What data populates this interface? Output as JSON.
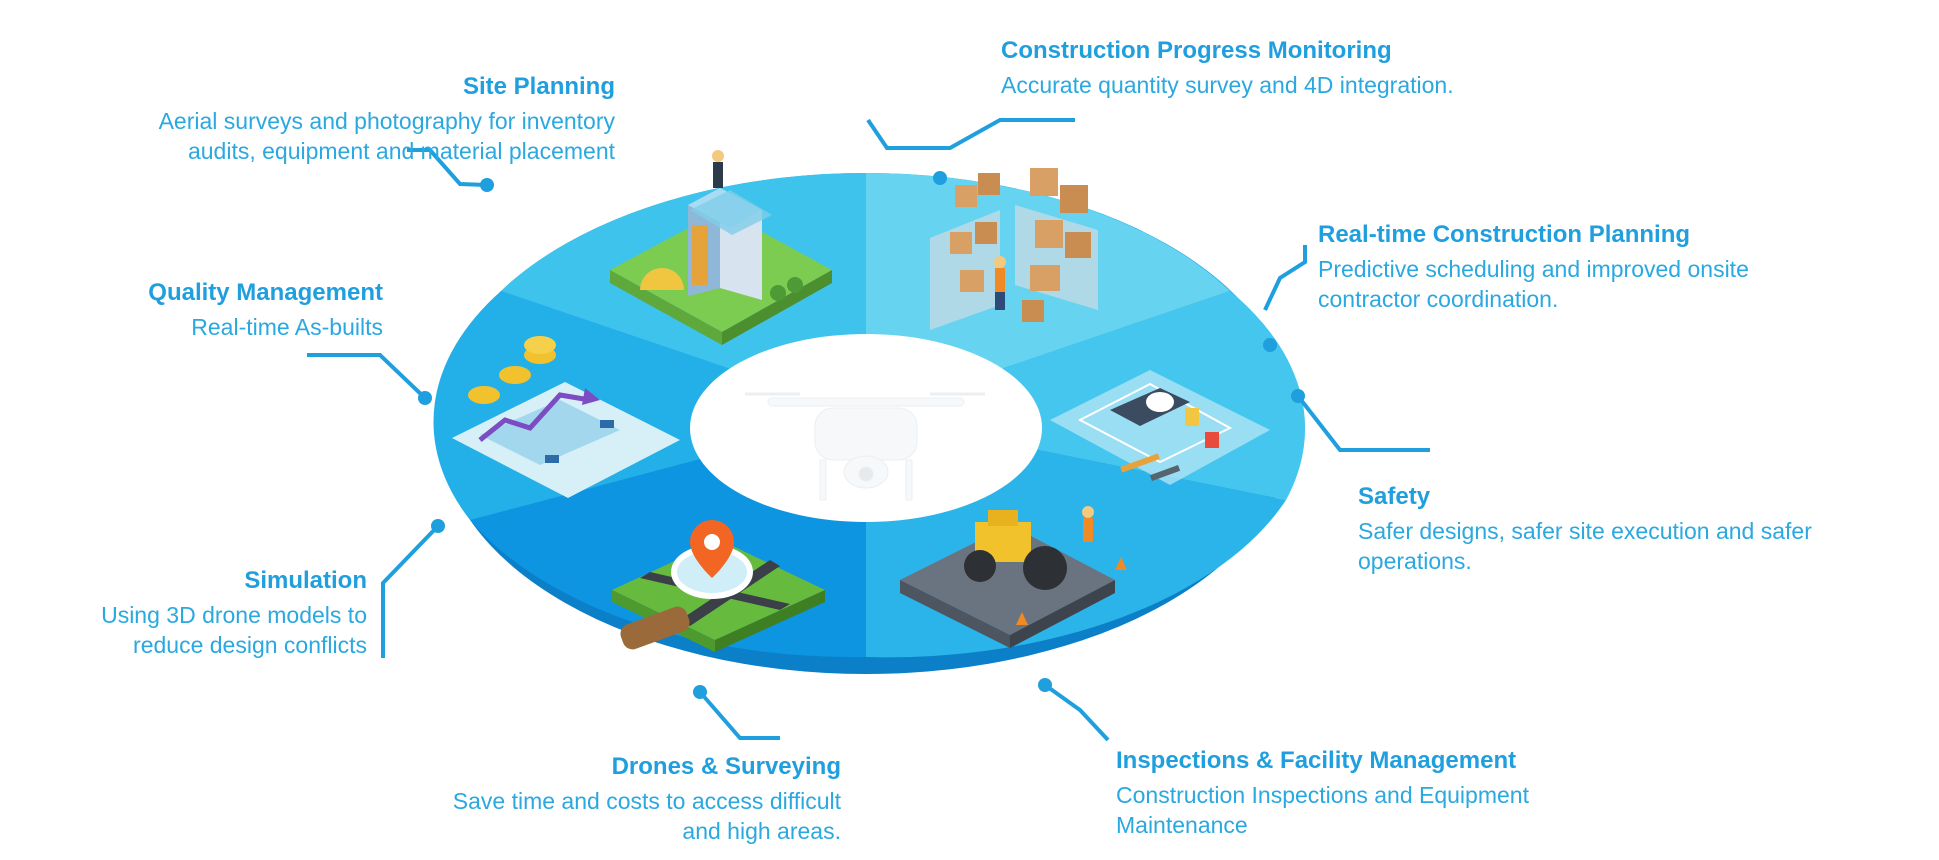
{
  "colors": {
    "accent": "#1f9fde",
    "text": "#2aa8e0",
    "ring_light": "#5fd3ef",
    "ring_mid": "#3cc2ec",
    "ring_dark": "#0f8fe0",
    "ring_edge": "#0b7fc8"
  },
  "center": {
    "icon": "drone-icon"
  },
  "segments": [
    {
      "key": "site-planning",
      "icon": "building-blueprint-icon"
    },
    {
      "key": "progress",
      "icon": "warehouse-shelves-icon"
    },
    {
      "key": "realtime",
      "icon": "planning-table-icon"
    },
    {
      "key": "inspections",
      "icon": "road-roller-icon"
    },
    {
      "key": "drones",
      "icon": "map-pin-magnifier-icon"
    },
    {
      "key": "quality",
      "icon": "map-coins-icon"
    }
  ],
  "labels": {
    "site_planning": {
      "title": "Site Planning",
      "line1": "Aerial surveys and photography for inventory",
      "line2": "audits, equipment and material placement"
    },
    "progress": {
      "title": "Construction Progress Monitoring",
      "line1": "Accurate quantity survey and 4D integration."
    },
    "realtime": {
      "title": "Real-time Construction Planning",
      "line1": "Predictive scheduling and improved onsite",
      "line2": "contractor coordination."
    },
    "quality": {
      "title": "Quality Management",
      "line1": "Real-time As-builts"
    },
    "safety": {
      "title": "Safety",
      "line1": "Safer designs, safer site execution and safer",
      "line2": "operations."
    },
    "simulation": {
      "title": "Simulation",
      "line1": "Using 3D drone models to",
      "line2": "reduce design conflicts"
    },
    "drones": {
      "title": "Drones & Surveying",
      "line1": "Save time and costs to access difficult",
      "line2": "and high areas."
    },
    "inspections": {
      "title": "Inspections & Facility Management",
      "line1": "Construction Inspections and Equipment",
      "line2": "Maintenance"
    }
  }
}
